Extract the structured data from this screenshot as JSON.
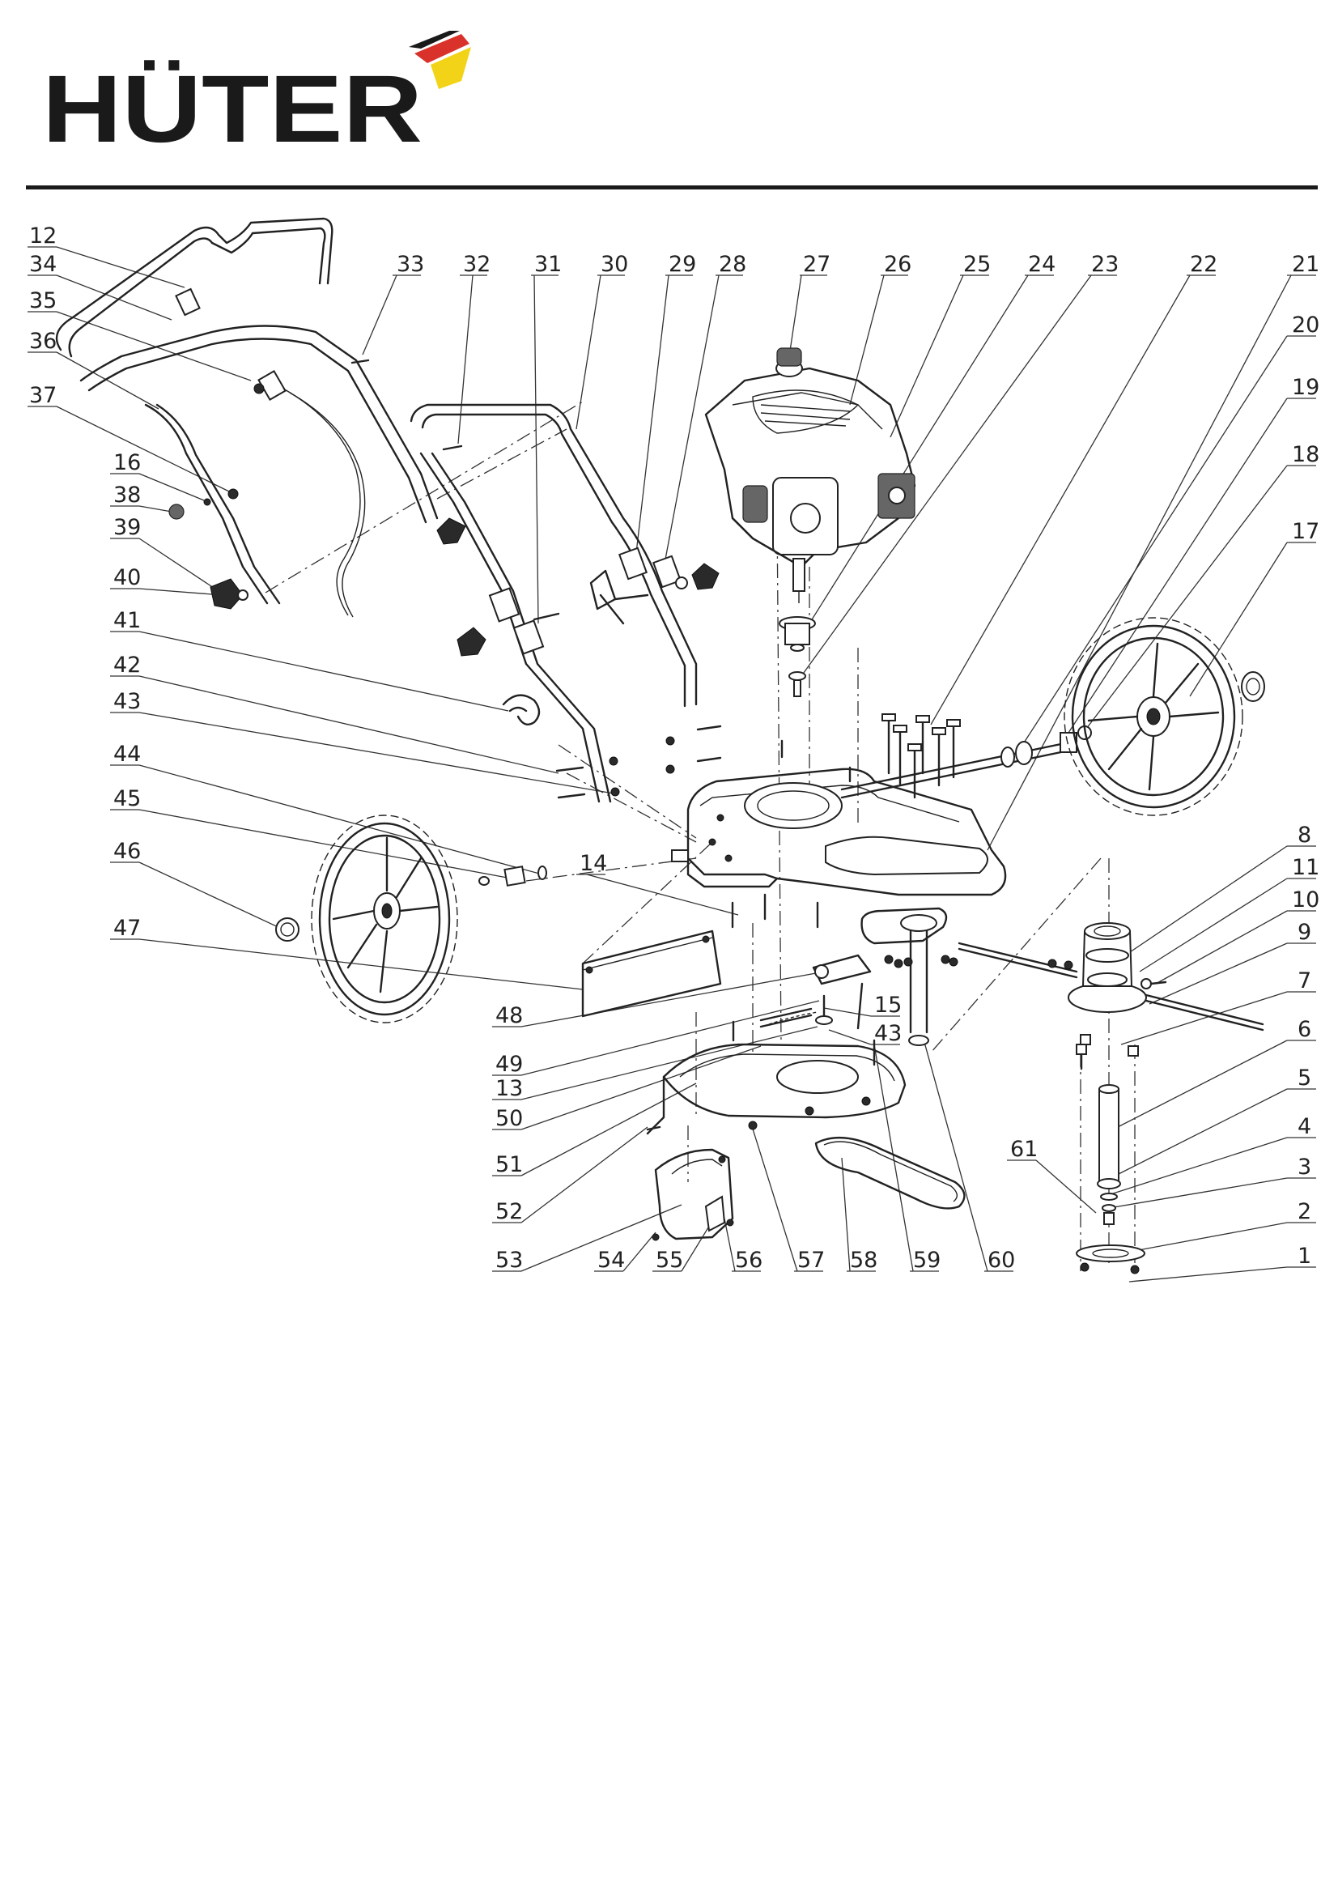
{
  "brand": {
    "wordmark": "HÜTER",
    "colors": {
      "text": "#1a1a1a",
      "accent_red": "#d9322b",
      "accent_yellow": "#f2d318",
      "stripe": "#1a1a1a"
    }
  },
  "callouts": {
    "n1": "1",
    "n2": "2",
    "n3": "3",
    "n4": "4",
    "n5": "5",
    "n6": "6",
    "n7": "7",
    "n8": "8",
    "n9": "9",
    "n10": "10",
    "n11": "11",
    "n12": "12",
    "n13": "13",
    "n14": "14",
    "n15": "15",
    "n16": "16",
    "n17": "17",
    "n18": "18",
    "n19": "19",
    "n20": "20",
    "n21": "21",
    "n22": "22",
    "n23": "23",
    "n24": "24",
    "n25": "25",
    "n26": "26",
    "n27": "27",
    "n28": "28",
    "n29": "29",
    "n30": "30",
    "n31": "31",
    "n32": "32",
    "n33": "33",
    "n34": "34",
    "n35": "35",
    "n36": "36",
    "n37": "37",
    "n38": "38",
    "n39": "39",
    "n40": "40",
    "n41": "41",
    "n42": "42",
    "n43": "43",
    "n43b": "43",
    "n44": "44",
    "n45": "45",
    "n46": "46",
    "n47": "47",
    "n48": "48",
    "n49": "49",
    "n50": "50",
    "n51": "51",
    "n52": "52",
    "n53": "53",
    "n54": "54",
    "n55": "55",
    "n56": "56",
    "n57": "57",
    "n58": "58",
    "n59": "59",
    "n60": "60",
    "n61": "61"
  }
}
